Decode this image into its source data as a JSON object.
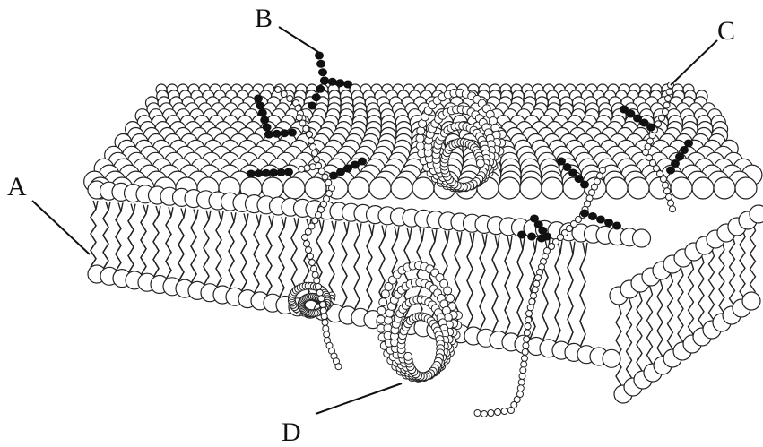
{
  "diagram": {
    "subject": "cell-membrane",
    "labels": {
      "a": "A",
      "b": "B",
      "c": "C",
      "d": "D"
    }
  }
}
